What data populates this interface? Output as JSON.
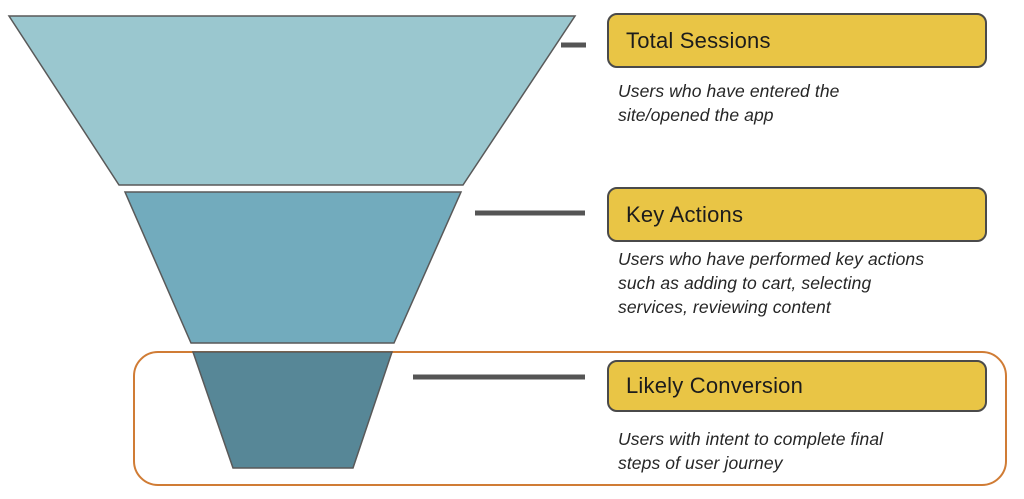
{
  "diagram": {
    "type": "funnel",
    "stages": [
      {
        "label": "Total Sessions",
        "description_lines": [
          "Users who have entered the",
          "site/opened the app"
        ],
        "fill": "#9ac7cf"
      },
      {
        "label": "Key Actions",
        "description_lines": [
          "Users who have performed key actions",
          "such as adding to cart, selecting",
          "services, reviewing content"
        ],
        "fill": "#72abbd"
      },
      {
        "label": "Likely Conversion",
        "description_lines": [
          "Users with intent to complete final",
          "steps of user journey"
        ],
        "fill": "#578797",
        "highlighted": "true"
      }
    ],
    "colors": {
      "background": "#ffffff",
      "label_box_fill": "#e9c545",
      "label_box_border": "#4a4a4a",
      "funnel_stroke": "#595959",
      "connector": "#555555",
      "highlight_border": "#d07c35",
      "label_text": "#1c1c1c",
      "description_text": "#262626"
    }
  }
}
